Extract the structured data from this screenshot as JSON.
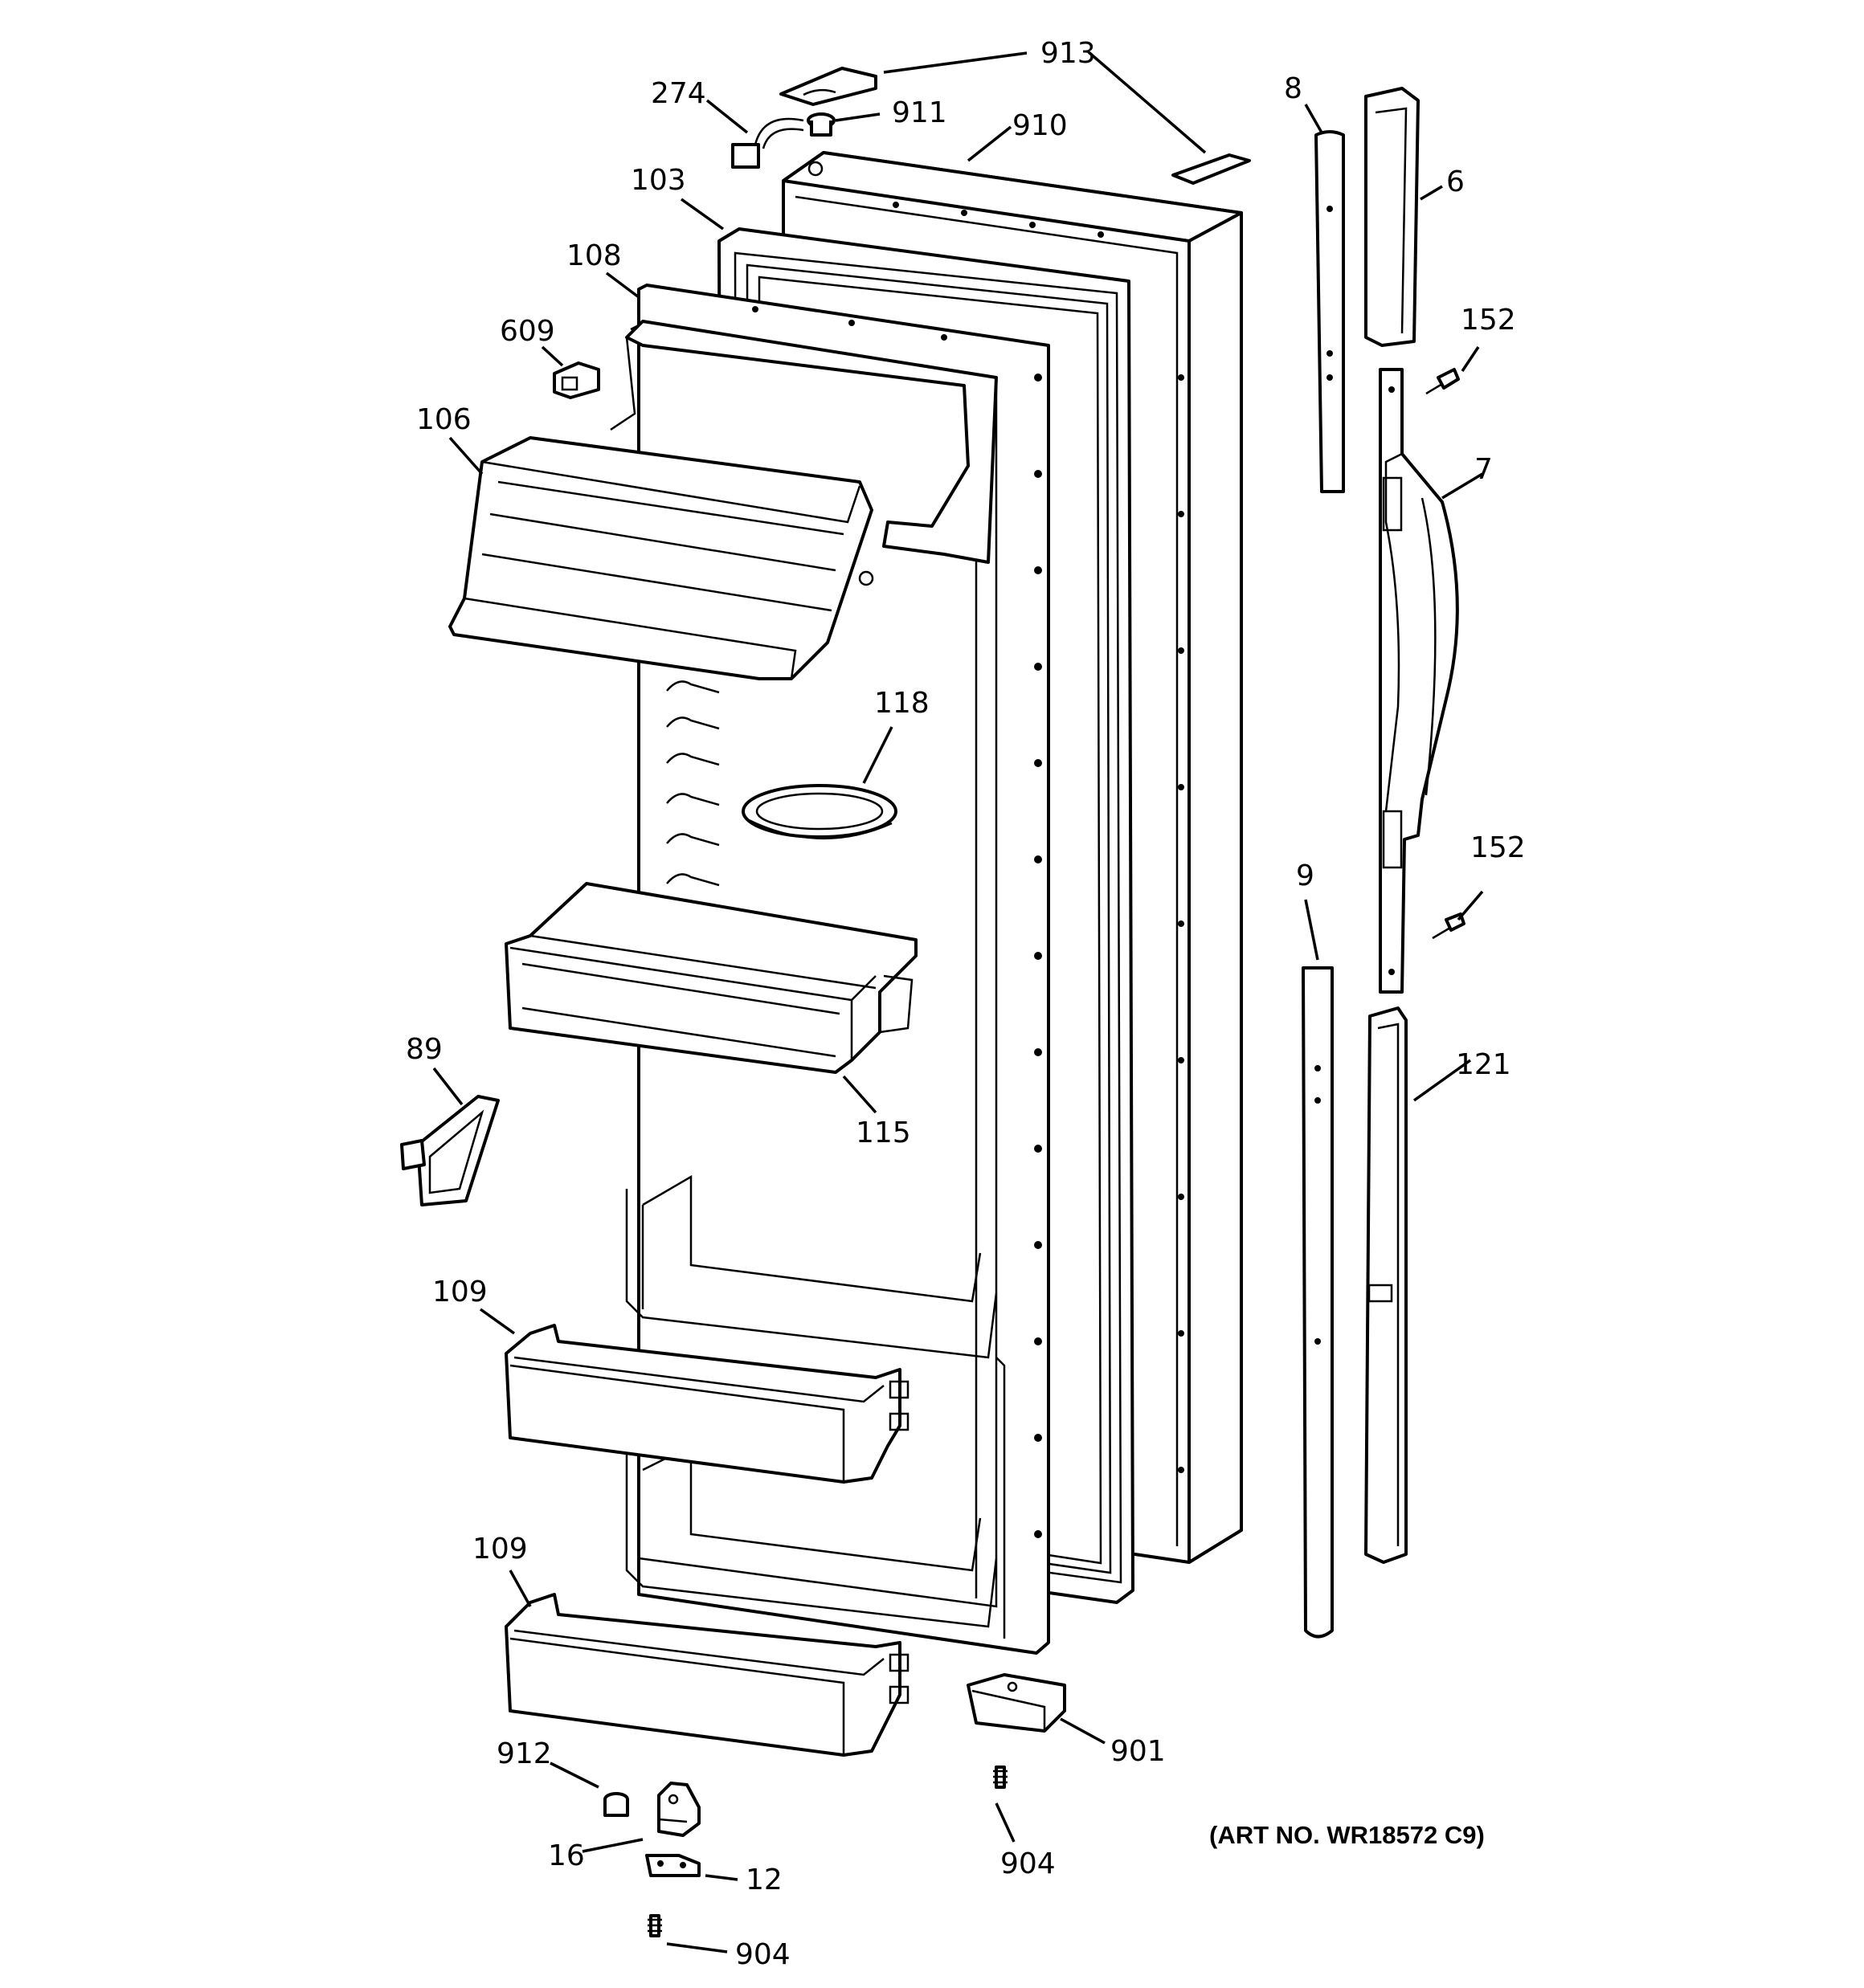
{
  "diagram": {
    "art_number": "(ART NO. WR18572 C9)",
    "callouts": [
      {
        "id": "c913",
        "label": "913"
      },
      {
        "id": "c274",
        "label": "274"
      },
      {
        "id": "c911",
        "label": "911"
      },
      {
        "id": "c910",
        "label": "910"
      },
      {
        "id": "c8",
        "label": "8"
      },
      {
        "id": "c6",
        "label": "6"
      },
      {
        "id": "c103",
        "label": "103"
      },
      {
        "id": "c108",
        "label": "108"
      },
      {
        "id": "c609",
        "label": "609"
      },
      {
        "id": "c152a",
        "label": "152"
      },
      {
        "id": "c106",
        "label": "106"
      },
      {
        "id": "c7",
        "label": "7"
      },
      {
        "id": "c118",
        "label": "118"
      },
      {
        "id": "c152b",
        "label": "152"
      },
      {
        "id": "c9",
        "label": "9"
      },
      {
        "id": "c89",
        "label": "89"
      },
      {
        "id": "c115",
        "label": "115"
      },
      {
        "id": "c121",
        "label": "121"
      },
      {
        "id": "c109a",
        "label": "109"
      },
      {
        "id": "c109b",
        "label": "109"
      },
      {
        "id": "c901",
        "label": "901"
      },
      {
        "id": "c912",
        "label": "912"
      },
      {
        "id": "c16",
        "label": "16"
      },
      {
        "id": "c904a",
        "label": "904"
      },
      {
        "id": "c12",
        "label": "12"
      },
      {
        "id": "c904b",
        "label": "904"
      }
    ]
  }
}
